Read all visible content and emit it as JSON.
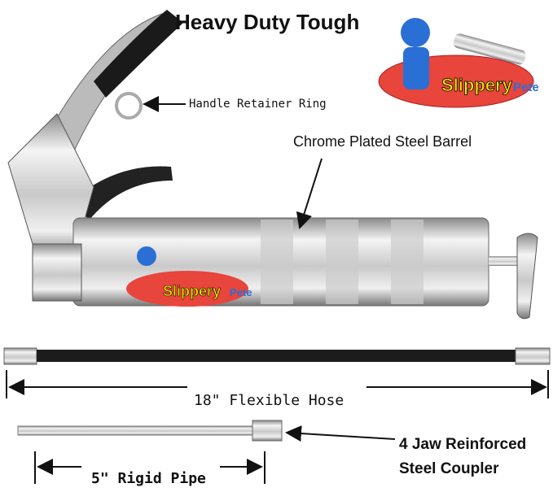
{
  "title": "Heavy Duty Tough",
  "logo": {
    "text": "Slippery Pete",
    "colors": {
      "oval": "#e8453c",
      "text_yellow": "#f5e400",
      "text_blue": "#2a6fd6"
    }
  },
  "callouts": {
    "handle_ring": "Handle Retainer Ring",
    "barrel": "Chrome Plated Steel Barrel",
    "hose": "18\" Flexible Hose",
    "pipe": "5\" Rigid Pipe",
    "coupler_line1": "4 Jaw Reinforced",
    "coupler_line2": "Steel Coupler"
  }
}
